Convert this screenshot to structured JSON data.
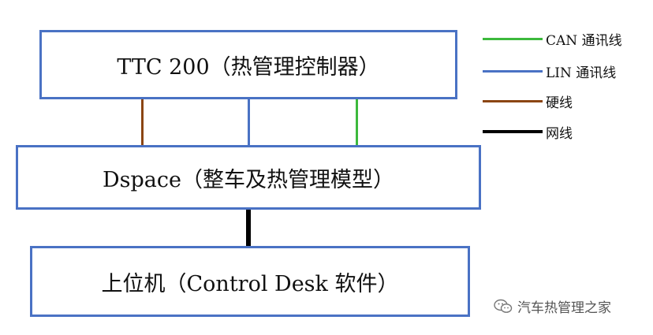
{
  "boxes": {
    "ttc": "TTC 200（热管理控制器）",
    "dspace": "Dspace（整车及热管理模型）",
    "pc": "上位机（Control Desk 软件）"
  },
  "legend": [
    {
      "label": "CAN 通讯线",
      "color": "#3cb93c"
    },
    {
      "label": "LIN 通讯线",
      "color": "#4a72c4"
    },
    {
      "label": "硬线",
      "color": "#8b4513"
    },
    {
      "label": "网线",
      "color": "#000000"
    }
  ],
  "connections": {
    "hard_color": "#8b4513",
    "lin_color": "#4a72c4",
    "can_color": "#3cb93c",
    "net_color": "#000000"
  },
  "watermark": {
    "icon": "wechat-icon",
    "text": "汽车热管理之家"
  }
}
